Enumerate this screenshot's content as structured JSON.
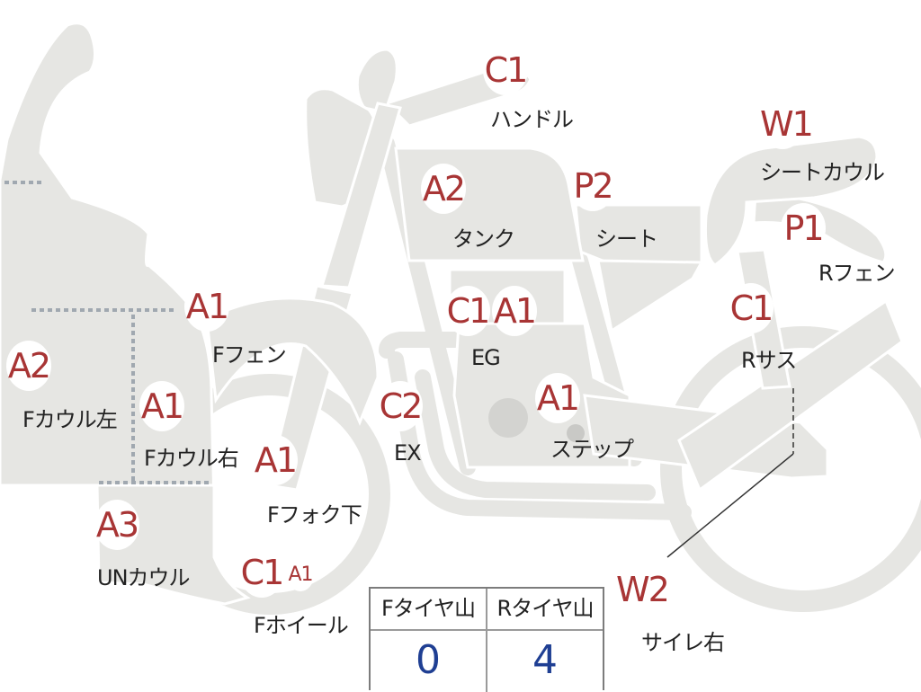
{
  "colors": {
    "part_fill": "#e6e6e3",
    "part_stroke": "#ffffff",
    "grade_text": "#a83535",
    "label_text": "#222222",
    "value_text": "#1f3f93",
    "dashed_line": "#a0a8b0"
  },
  "parts": [
    {
      "id": "handle",
      "grade": "C1",
      "label": "ハンドル"
    },
    {
      "id": "seat-cowl",
      "grade": "W1",
      "label": "シートカウル"
    },
    {
      "id": "tank",
      "grade": "A2",
      "label": "タンク"
    },
    {
      "id": "seat",
      "grade": "P2",
      "label": "シート"
    },
    {
      "id": "r-fender",
      "grade": "P1",
      "label": "Rフェン"
    },
    {
      "id": "engine",
      "grades": [
        "C1",
        "A1"
      ],
      "label": "EG"
    },
    {
      "id": "r-suspension",
      "grade": "C1",
      "label": "Rサス"
    },
    {
      "id": "f-fender",
      "grade": "A1",
      "label": "Fフェン"
    },
    {
      "id": "f-cowl-left",
      "grade": "A2",
      "label": "Fカウル左"
    },
    {
      "id": "f-cowl-right",
      "grade": "A1",
      "label": "Fカウル右"
    },
    {
      "id": "exhaust",
      "grade": "C2",
      "label": "EX"
    },
    {
      "id": "step",
      "grade": "A1",
      "label": "ステップ"
    },
    {
      "id": "f-fork-lower",
      "grade": "A1",
      "label": "Fフォク下"
    },
    {
      "id": "under-cowl",
      "grade": "A3",
      "label": "UNカウル"
    },
    {
      "id": "f-wheel",
      "grades": [
        "C1",
        "A1"
      ],
      "label": "Fホイール"
    },
    {
      "id": "silencer-right",
      "grade": "W2",
      "label": "サイレ右"
    }
  ],
  "tire_table": {
    "headers": [
      "Fタイヤ山",
      "Rタイヤ山"
    ],
    "values": [
      "0",
      "4"
    ]
  }
}
